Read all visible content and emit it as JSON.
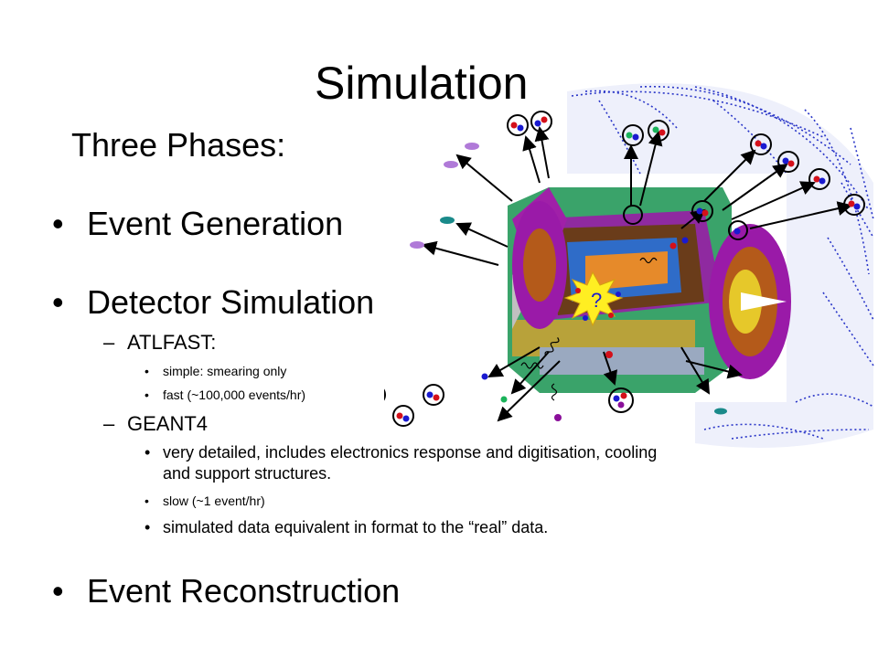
{
  "slide": {
    "title": "Simulation",
    "subtitle": "Three Phases:",
    "bullet_char": "•",
    "dash_char": "–",
    "items": [
      {
        "label": "Event Generation"
      },
      {
        "label": "Detector Simulation",
        "subitems": [
          {
            "label": "ATLFAST:",
            "points": [
              "simple: smearing only",
              "fast (~100,000 events/hr)"
            ]
          },
          {
            "label": "GEANT4",
            "points": [
              "very detailed, includes electronics response and digitisation, cooling",
              "and support structures.",
              "slow (~1 event/hr)",
              "simulated data equivalent in format to the “real” data."
            ]
          }
        ]
      },
      {
        "label": "Event Reconstruction"
      }
    ]
  },
  "figure": {
    "collision_label": "?",
    "colors": {
      "purple": "#8a0f9a",
      "red": "#d4101a",
      "blue": "#1a1ad0",
      "green": "#1ab35a",
      "teal": "#1a8a8a",
      "yellow": "#ffee22"
    }
  }
}
